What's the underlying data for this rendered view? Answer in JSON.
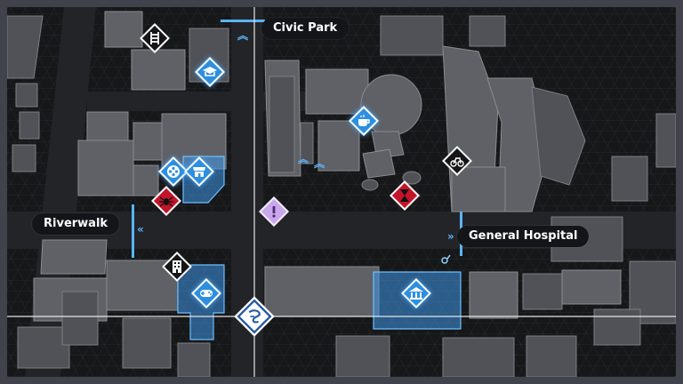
{
  "map": {
    "labels": {
      "civic_park": "Civic Park",
      "riverwalk": "Riverwalk",
      "general_hospital": "General Hospital"
    },
    "markers": [
      {
        "icon": "ladder-icon",
        "style": "black"
      },
      {
        "icon": "graduation-cap-icon",
        "style": "blue"
      },
      {
        "icon": "coffee-cup-icon",
        "style": "blue"
      },
      {
        "icon": "bicycle-icon",
        "style": "black"
      },
      {
        "icon": "film-reel-icon",
        "style": "blue"
      },
      {
        "icon": "storefront-icon",
        "style": "blue"
      },
      {
        "icon": "spider-icon",
        "style": "red"
      },
      {
        "icon": "hourglass-icon",
        "style": "red"
      },
      {
        "icon": "exclamation-icon",
        "style": "purple"
      },
      {
        "icon": "building-icon",
        "style": "black"
      },
      {
        "icon": "gamepad-icon",
        "style": "blue"
      },
      {
        "icon": "bank-icon",
        "style": "blue"
      },
      {
        "icon": "player-emblem-icon",
        "style": "white"
      }
    ],
    "colors": {
      "highlight": "#4096e6",
      "building": "#5f6166",
      "hostile": "#c4142a",
      "quest": "#c8a8ea"
    }
  }
}
